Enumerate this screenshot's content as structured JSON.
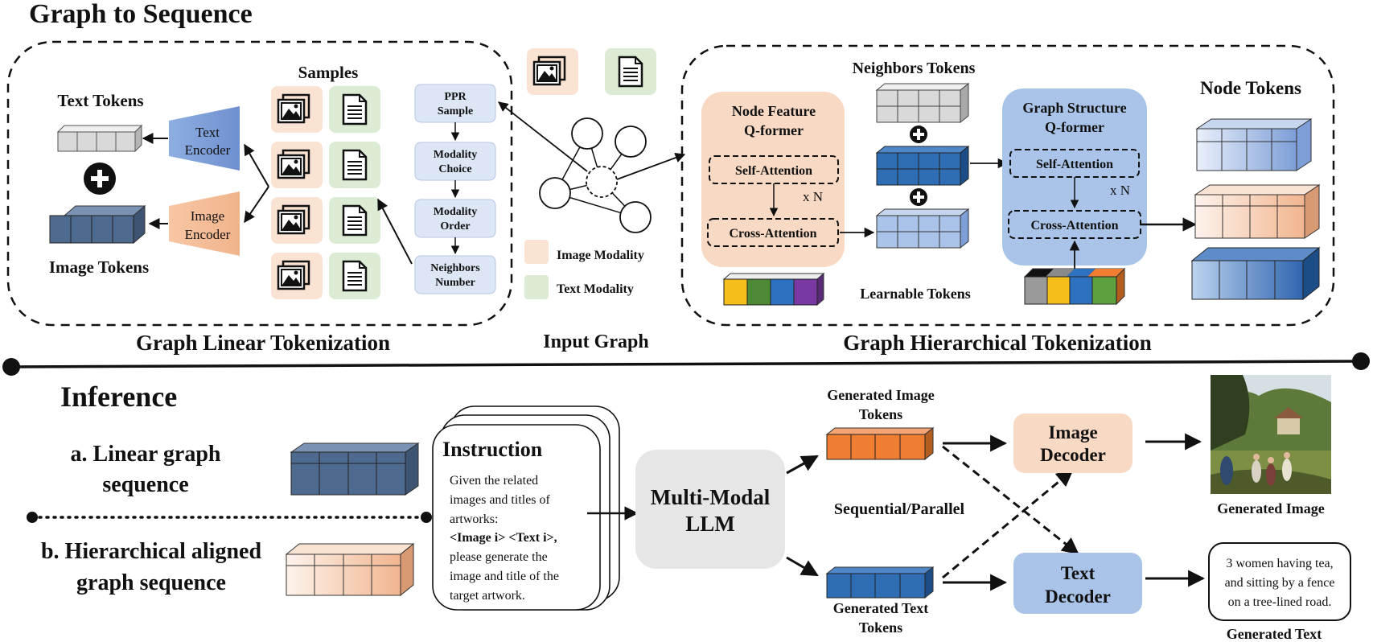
{
  "titles": {
    "top": "Graph to Sequence",
    "bottom": "Inference"
  },
  "linear": {
    "samples": "Samples",
    "text_tokens": "Text Tokens",
    "image_tokens": "Image Tokens",
    "text_encoder": [
      "Text",
      "Encoder"
    ],
    "image_encoder": [
      "Image",
      "Encoder"
    ],
    "ppr": [
      "PPR",
      "Sample"
    ],
    "modality_choice": [
      "Modality",
      "Choice"
    ],
    "modality_order": [
      "Modality",
      "Order"
    ],
    "neighbors_number": [
      "Neighbors",
      "Number"
    ],
    "caption": "Graph Linear Tokenization"
  },
  "graph": {
    "legend_image": "Image Modality",
    "legend_text": "Text Modality",
    "caption": "Input Graph"
  },
  "hier": {
    "neighbors_tokens": "Neighbors Tokens",
    "node_tokens": "Node Tokens",
    "nf_qformer": [
      "Node Feature",
      "Q-former"
    ],
    "gs_qformer": [
      "Graph Structure",
      "Q-former"
    ],
    "self_attention": "Self-Attention",
    "cross_attention": "Cross-Attention",
    "xn": "x N",
    "learnable": "Learnable Tokens",
    "caption": "Graph Hierarchical Tokenization"
  },
  "inference": {
    "a_line1": "a. Linear graph",
    "a_line2": "sequence",
    "b_line1": "b. Hierarchical aligned",
    "b_line2": "graph sequence",
    "instruction_title": "Instruction",
    "instruction_lines": [
      "Given the related",
      "images and titles of",
      "artworks:",
      "<Image i> <Text i>,",
      "please generate the",
      "image and title of the",
      "target artwork."
    ],
    "llm": [
      "Multi-Modal",
      "LLM"
    ],
    "gen_image_tokens": [
      "Generated Image",
      "Tokens"
    ],
    "gen_text_tokens": [
      "Generated Text",
      "Tokens"
    ],
    "seq_parallel": "Sequential/Parallel",
    "image_decoder": [
      "Image",
      "Decoder"
    ],
    "text_decoder": [
      "Text",
      "Decoder"
    ],
    "generated_image": "Generated Image",
    "generated_text_content": [
      "3 women having tea,",
      "and sitting by a fence",
      "on a tree-lined road."
    ],
    "generated_text": "Generated Text"
  },
  "colors": {
    "peach": "#f8d9c4",
    "light_blue": "#a9c4e8",
    "token_gray": "#d9d9d9",
    "token_slate": "#4f6a8f",
    "token_blue": "#2f6db5",
    "token_orange": "#ef7d32",
    "image_bg": "#fbe3d4",
    "text_bg": "#dcecd4"
  }
}
